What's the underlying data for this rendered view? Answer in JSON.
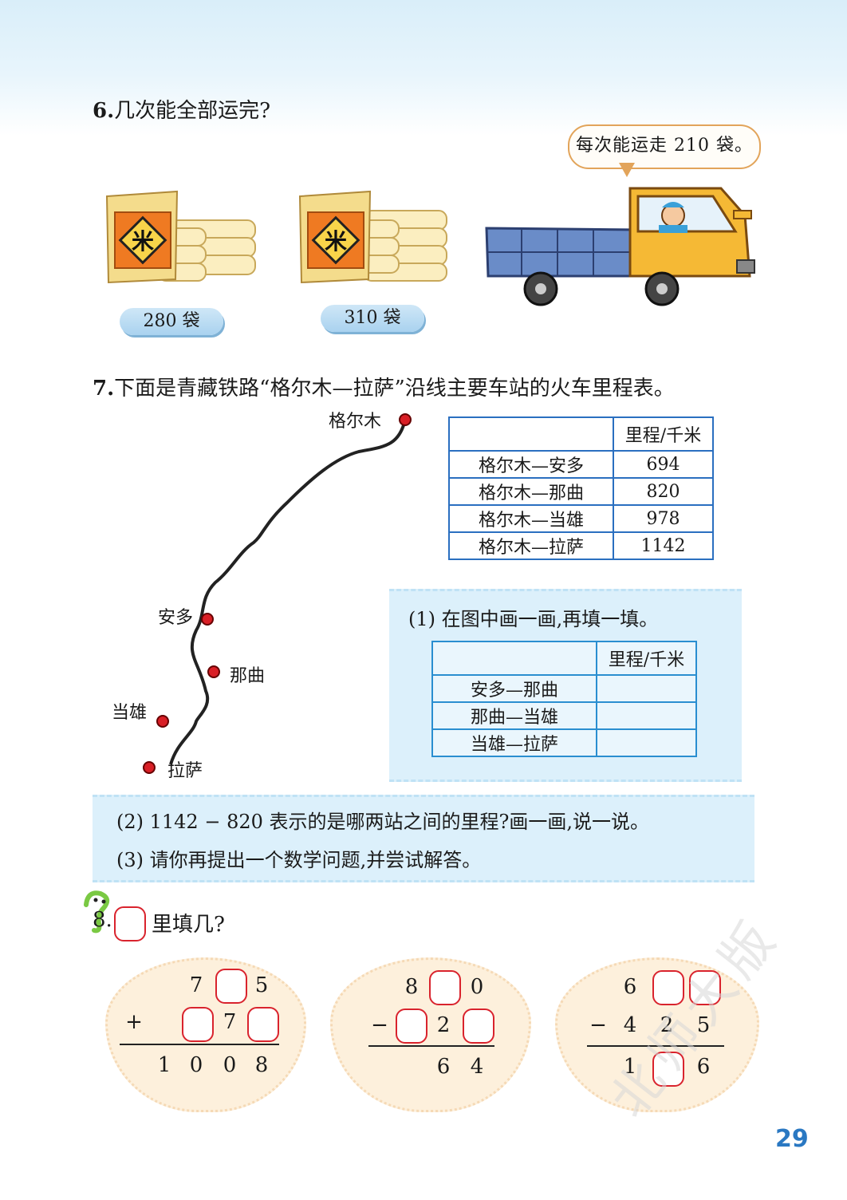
{
  "q6": {
    "number": "6.",
    "title": "几次能全部运完?",
    "speech": "每次能运走 210 袋。",
    "bags": [
      "280 袋",
      "310 袋"
    ],
    "bag_icon_char": "米"
  },
  "q7": {
    "number": "7.",
    "title": "下面是青藏铁路“格尔木—拉萨”沿线主要车站的火车里程表。",
    "stations": [
      "格尔木",
      "安多",
      "那曲",
      "当雄",
      "拉萨"
    ],
    "mileage_table": {
      "header": [
        "",
        "里程/千米"
      ],
      "rows": [
        [
          "格尔木—安多",
          "694"
        ],
        [
          "格尔木—那曲",
          "820"
        ],
        [
          "格尔木—当雄",
          "978"
        ],
        [
          "格尔木—拉萨",
          "1142"
        ]
      ]
    },
    "sub1": "(1) 在图中画一画,再填一填。",
    "fill_table": {
      "header": [
        "",
        "里程/千米"
      ],
      "rows": [
        [
          "安多—那曲",
          ""
        ],
        [
          "那曲—当雄",
          ""
        ],
        [
          "当雄—拉萨",
          ""
        ]
      ]
    },
    "sub2": "(2) 1142 − 820 表示的是哪两站之间的里程?画一画,说一说。",
    "sub3": "(3) 请你再提出一个数学问题,并尝试解答。"
  },
  "q8": {
    "number": "8.",
    "title": "里填几?",
    "problems": [
      {
        "row1": [
          "7",
          "",
          "5"
        ],
        "op": "+",
        "row2": [
          "",
          "7",
          ""
        ],
        "result": [
          "1",
          "0",
          "0",
          "8"
        ]
      },
      {
        "row1": [
          "8",
          "",
          "0"
        ],
        "op": "−",
        "row2": [
          "",
          "2",
          ""
        ],
        "result": [
          "6",
          "4"
        ]
      },
      {
        "row1": [
          "6",
          "",
          ""
        ],
        "op": "−",
        "row2": [
          "4",
          "2",
          "5"
        ],
        "result": [
          "1",
          "",
          "6"
        ]
      }
    ]
  },
  "page_number": "29",
  "watermark": "北师大版"
}
